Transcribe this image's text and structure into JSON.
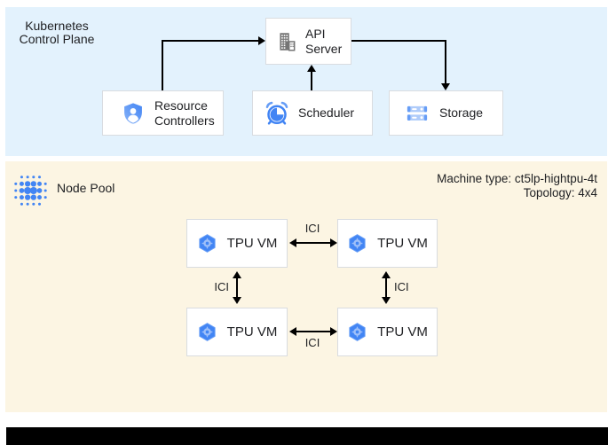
{
  "control_plane": {
    "title": "Kubernetes Control Plane",
    "api_server_label": "API Server",
    "resource_controllers_label": "Resource Controllers",
    "scheduler_label": "Scheduler",
    "storage_label": "Storage"
  },
  "node_pool": {
    "title": "Node Pool",
    "machine_type": "Machine type: ct5lp-hightpu-4t",
    "topology": "Topology: 4x4",
    "tpu_vm_label": "TPU VM",
    "ici_label": "ICI"
  },
  "colors": {
    "control_plane_bg": "#e3f2fd",
    "node_pool_bg": "#fcf5e3",
    "google_blue": "#4285f4",
    "light_blue": "#aecbfa",
    "icon_gray": "#757575",
    "box_border": "#d9dce0",
    "text": "#202124",
    "arrow": "#000000"
  }
}
